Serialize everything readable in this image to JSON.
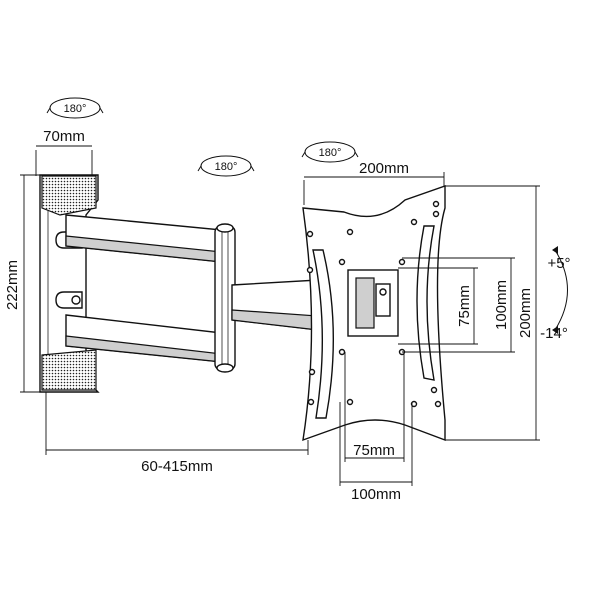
{
  "diagram": {
    "rotation_labels": {
      "wall_swivel": "180°",
      "arm_swivel": "180°",
      "plate_swivel": "180°"
    },
    "dimensions": {
      "wall_plate_width": "70mm",
      "wall_plate_height": "222mm",
      "extension": "60-415mm",
      "vesa_max_width": "200mm",
      "vesa_max_height": "200mm",
      "vesa_mid_height": "100mm",
      "vesa_min_height": "75mm",
      "vesa_min_width": "75mm",
      "vesa_mid_width": "100mm"
    },
    "tilt": {
      "up": "+5°",
      "down": "-14°"
    },
    "colors": {
      "line": "#111111",
      "panel_fill": "#ffffff",
      "shade": "#cfcfcf"
    }
  }
}
